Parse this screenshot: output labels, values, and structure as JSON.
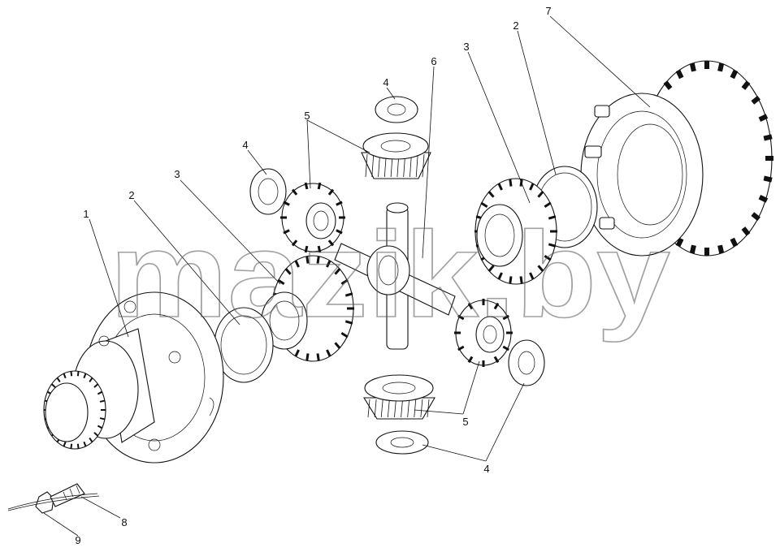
{
  "watermark": "mazik.by",
  "callouts": {
    "c1": "1",
    "c2a": "2",
    "c2b": "2",
    "c3a": "3",
    "c3b": "3",
    "c4a": "4",
    "c4b": "4",
    "c4c": "4",
    "c5a": "5",
    "c5b": "5",
    "c6": "6",
    "c7": "7",
    "c8": "8",
    "c9": "9"
  }
}
